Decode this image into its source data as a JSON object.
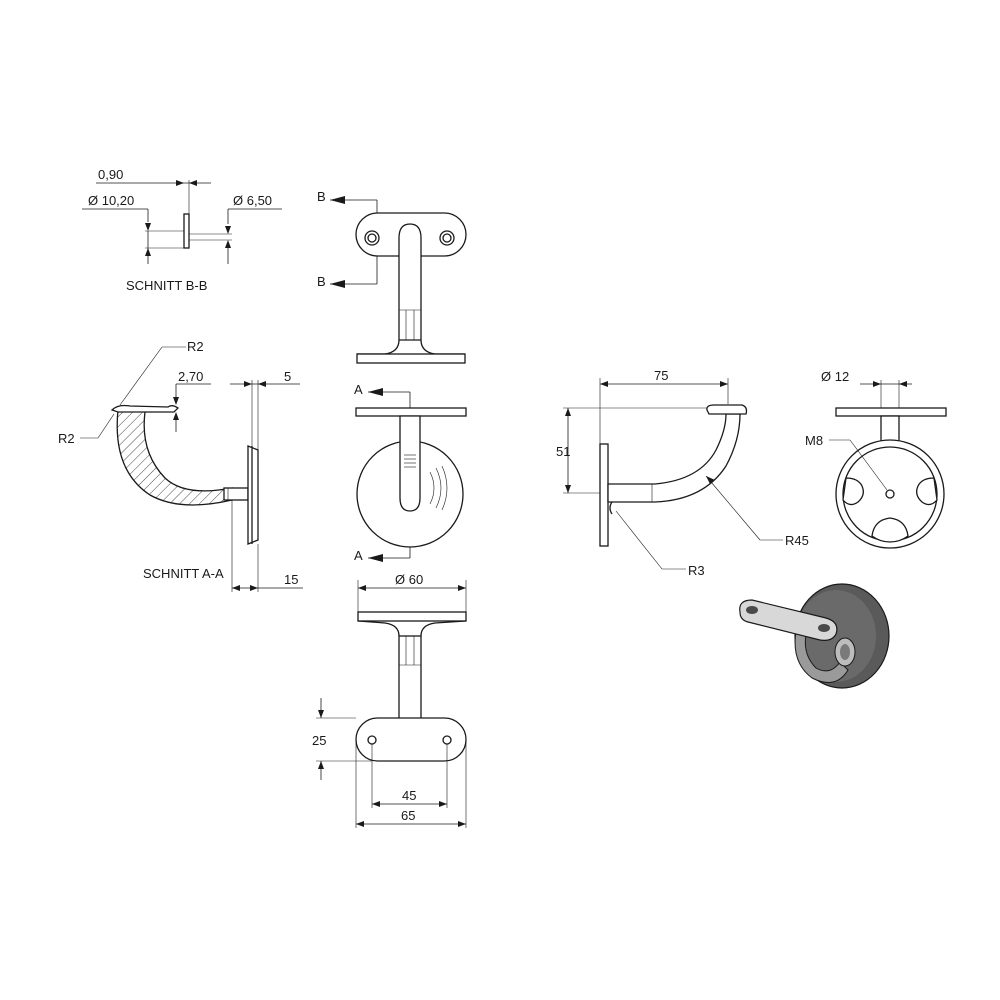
{
  "section_bb": {
    "dim_top": "0,90",
    "dim_left": "Ø 10,20",
    "dim_right": "Ø 6,50",
    "title": "SCHNITT B-B"
  },
  "section_aa": {
    "radius_top": "R2",
    "radius_left": "R2",
    "dim_offset": "2,70",
    "dim_plate": "5",
    "dim_depth": "15",
    "title": "SCHNITT A-A"
  },
  "front_view": {
    "marker_b_top": "B",
    "marker_b_bottom": "B",
    "marker_a_top": "A",
    "marker_a_bottom": "A",
    "dim_diameter": "Ø 60"
  },
  "bottom_view": {
    "dim_height": "25",
    "dim_holes": "45",
    "dim_width": "65"
  },
  "side_view": {
    "dim_width": "75",
    "dim_height": "51",
    "radius_bend": "R45",
    "radius_joint": "R3"
  },
  "end_view": {
    "dim_diameter": "Ø 12",
    "thread": "M8"
  },
  "colors": {
    "line": "#1a1a1a",
    "iso_dark": "#5a5a5a",
    "iso_light": "#d8d8d8"
  }
}
